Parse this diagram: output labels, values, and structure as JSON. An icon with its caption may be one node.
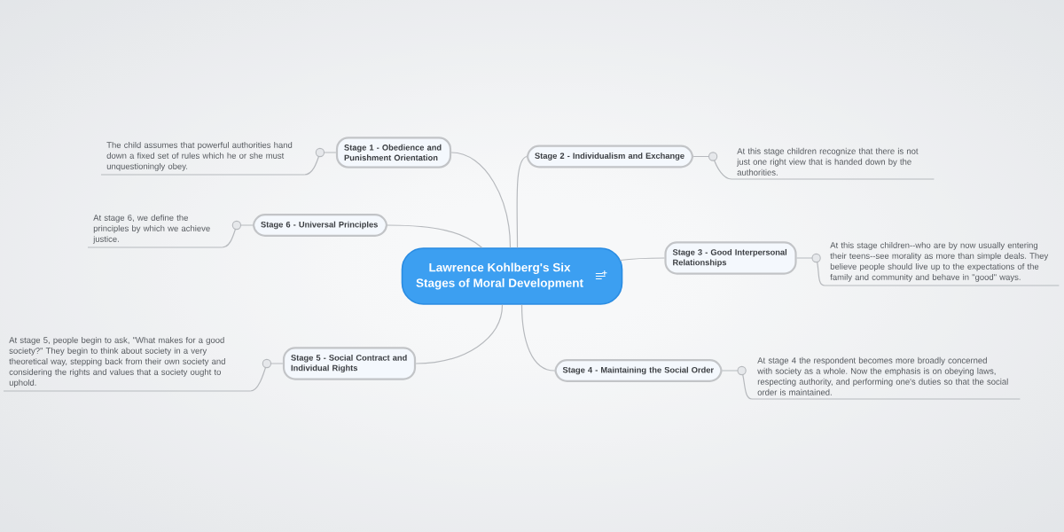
{
  "diagram": {
    "nodes": [
      {
        "text": [
          "Lawrence Kohlberg's Six Stages of Moral Development"
        ]
      },
      {
        "text": [
          "Stage 1 - Obedience and Punishment Orientation"
        ]
      },
      {
        "text": [
          "Stage 2 - Individualism and Exchange"
        ]
      },
      {
        "text": [
          "Stage 3 - Good Interpersonal Relationships"
        ]
      },
      {
        "text": [
          "Stage 4 - Maintaining the Social Order"
        ]
      },
      {
        "text": [
          "Stage 5 - Social Contract and Individual Rights"
        ]
      },
      {
        "text": [
          "Stage 6 - Universal Principles"
        ]
      },
      {
        "text": [
          "The child assumes that powerful authorities hand down a fixed set of rules which he or she must unquestioningly obey."
        ]
      },
      {
        "text": [
          "At this stage children recognize that there is not just one right view that is handed down by the authorities."
        ]
      },
      {
        "text": [
          "At this stage children--who are by now usually entering their teens--see morality as more than simple deals. They believe people should live up to the expectations of the family and community and behave in \"good\" ways."
        ]
      },
      {
        "text": [
          "At stage 4 the respondent becomes more broadly concerned with society as a whole. Now the emphasis is on obeying laws, respecting authority, and performing one's duties so that the social order is maintained."
        ]
      },
      {
        "text": [
          "At stage 5, people begin to ask, \"What makes for a good society?\" They begin to think about society in a very theoretical way, stepping back from their own society and considering the rights and values that a society ought to uphold."
        ]
      },
      {
        "text": [
          "At stage 6, we define the principles by which we achieve justice."
        ]
      }
    ],
    "edges": [
      {
        "from": 0,
        "to": 1,
        "arrow": "none"
      },
      {
        "from": 0,
        "to": 2,
        "arrow": "none"
      },
      {
        "from": 0,
        "to": 3,
        "arrow": "none"
      },
      {
        "from": 0,
        "to": 4,
        "arrow": "none"
      },
      {
        "from": 0,
        "to": 5,
        "arrow": "none"
      },
      {
        "from": 0,
        "to": 6,
        "arrow": "none"
      },
      {
        "from": 1,
        "to": 7,
        "arrow": "none"
      },
      {
        "from": 2,
        "to": 8,
        "arrow": "none"
      },
      {
        "from": 3,
        "to": 9,
        "arrow": "none"
      },
      {
        "from": 4,
        "to": 10,
        "arrow": "none"
      },
      {
        "from": 5,
        "to": 11,
        "arrow": "none"
      },
      {
        "from": 6,
        "to": 12,
        "arrow": "none"
      }
    ]
  }
}
